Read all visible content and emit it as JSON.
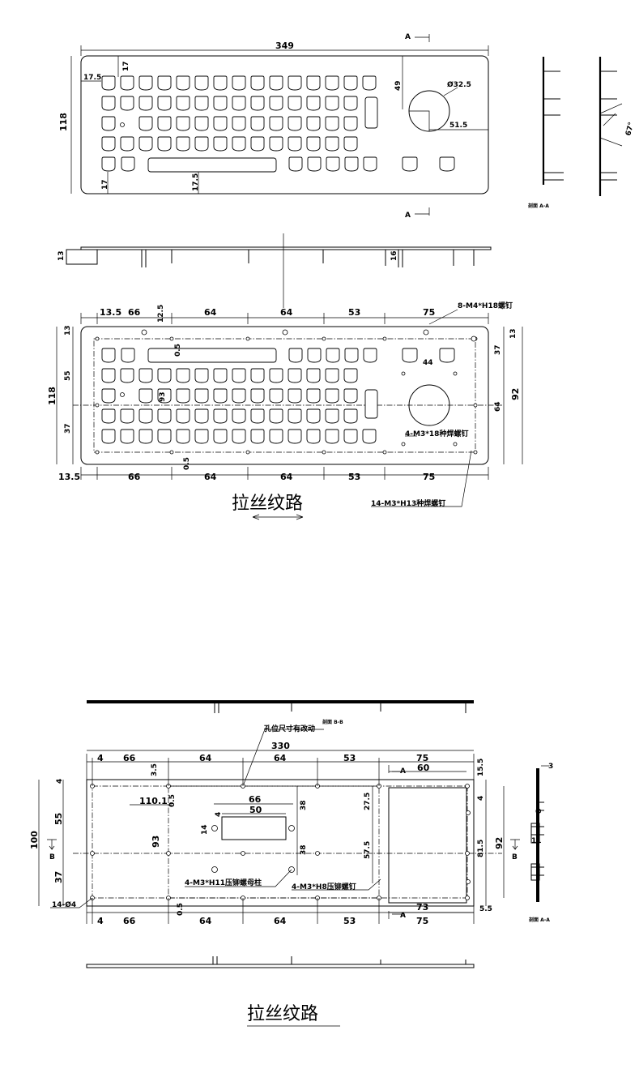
{
  "figure1": {
    "top_view": {
      "width_label": "349",
      "height_label": "118",
      "left_margin_label": "17.5",
      "top_margin_label": "17",
      "bottom_margin_label": "17",
      "space_offset_label": "17.5",
      "trackball_offset_label": "49",
      "trackball_diameter_label": "Ø32.5",
      "trackball_x_label": "51.5"
    },
    "section_marks": {
      "a1": "A",
      "a2": "A"
    },
    "section_aa": {
      "angle_label": "67°",
      "caption": "剖面 A-A"
    },
    "side_view": {
      "height_label": "13",
      "stud_label": "16"
    },
    "back_view": {
      "top_dims": [
        "13.5",
        "66",
        "64",
        "64",
        "53",
        "75"
      ],
      "bottom_dims": [
        "13.5",
        "66",
        "64",
        "64",
        "53",
        "75"
      ],
      "top_offset_label": "12.5",
      "left_dims": [
        "13",
        "55",
        "37"
      ],
      "height_label": "118",
      "right_dims": [
        "13",
        "37",
        "64",
        "92"
      ],
      "inner_labels": [
        "0.5",
        "93",
        "0.5",
        "44"
      ],
      "note_screws": "8-M4*H18螺钉",
      "note_welds": "4-M3*18种焊螺钉",
      "note_weld14": "14-M3*H13种焊螺钉"
    },
    "caption": "拉丝纹路"
  },
  "figure2": {
    "note_holes": "孔位尺寸有改动",
    "section_bb_caption": "剖面 B-B",
    "width_label": "330",
    "top_dims": [
      "4",
      "66",
      "64",
      "64",
      "53",
      "75"
    ],
    "bottom_dims": [
      "4",
      "66",
      "64",
      "64",
      "53",
      "75"
    ],
    "extra_labels": [
      "3.5",
      "110.1",
      "0.5",
      "66",
      "50",
      "14",
      "4",
      "38",
      "38",
      "93",
      "0.5",
      "27.5",
      "57.5",
      "60",
      "15.5",
      "4",
      "81.5",
      "92",
      "73",
      "5.5"
    ],
    "left_dims": [
      "4",
      "55",
      "100",
      "37"
    ],
    "hole_note": "14-Ø4",
    "note_nut": "4-M3*H11压铆螺母柱",
    "note_press": "4-M3*H8压铆螺钉",
    "section_marks": {
      "a1": "A",
      "a2": "A",
      "b1": "B",
      "b2": "B"
    },
    "section_aa": {
      "labels": [
        "3",
        "8",
        "11"
      ],
      "caption": "剖面 A-A"
    },
    "caption": "拉丝纹路"
  }
}
